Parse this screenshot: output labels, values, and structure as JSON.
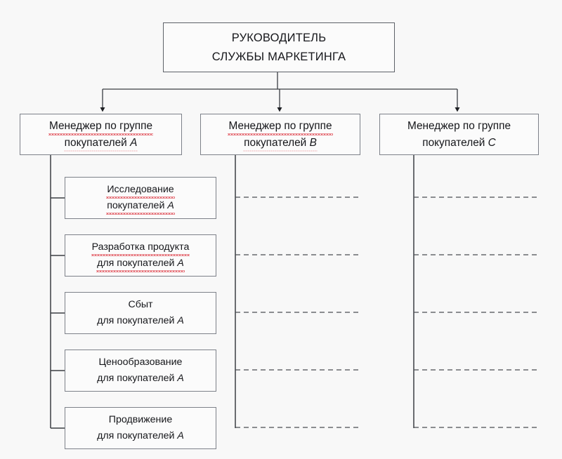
{
  "diagram": {
    "title_text": "РУКОВОДИТЕЛЬ СЛУЖБЫ МАРКЕТИНГА",
    "language": "ru",
    "type": "organizational-chart",
    "background_color": "#f8f8f8",
    "box_border_color": "#7d8189",
    "connector_color": "#3a3d42",
    "spellcheck_underline_color": "#e0404a",
    "root": {
      "line1": "РУКОВОДИТЕЛЬ",
      "line2": "СЛУЖБЫ МАРКЕТИНГА"
    },
    "managers": [
      {
        "id": "manager-a",
        "line1": "Менеджер по группе",
        "line2_prefix": "покупателей ",
        "group": "A",
        "spellcheck": true
      },
      {
        "id": "manager-b",
        "line1": "Менеджер по группе",
        "line2_prefix": "покупателей ",
        "group": "B",
        "spellcheck": true
      },
      {
        "id": "manager-c",
        "line1": "Менеджер по группе",
        "line2_prefix": "покупателей ",
        "group": "C",
        "spellcheck": false
      }
    ],
    "functions": [
      {
        "id": "function-research",
        "line1": "Исследование",
        "line2_prefix": "покупателей ",
        "group": "A",
        "spellcheck": true
      },
      {
        "id": "function-product-development",
        "line1": "Разработка продукта",
        "line2_prefix": "для покупателей ",
        "group": "A",
        "spellcheck": true
      },
      {
        "id": "function-sales",
        "line1": "Сбыт",
        "line2_prefix": "для покупателей ",
        "group": "A",
        "spellcheck": false
      },
      {
        "id": "function-pricing",
        "line1": "Ценообразование",
        "line2_prefix": "для покупателей ",
        "group": "A",
        "spellcheck": false
      },
      {
        "id": "function-promotion",
        "line1": "Продвижение",
        "line2_prefix": "для покупателей ",
        "group": "A",
        "spellcheck": false
      }
    ],
    "placeholder_rows": {
      "count_per_column": 5,
      "style": "dashed",
      "columns": [
        "B",
        "C"
      ]
    }
  }
}
